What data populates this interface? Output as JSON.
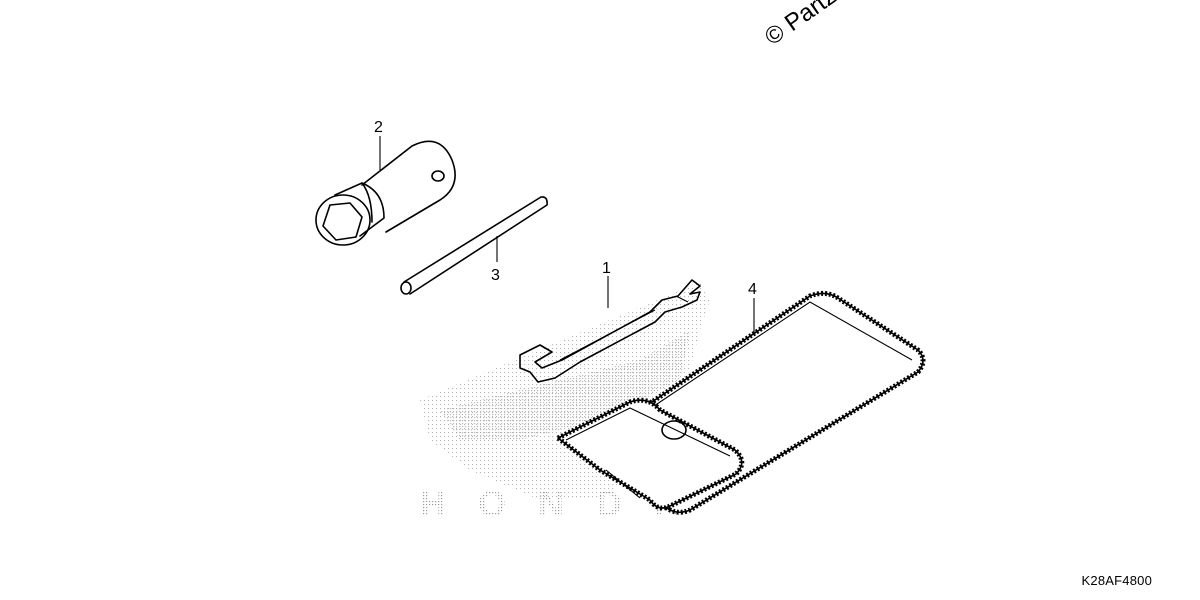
{
  "watermark": {
    "text": "© Partz"
  },
  "brand_mark": {
    "text": "HONDA"
  },
  "callouts": [
    {
      "label": "1",
      "part": "wrench"
    },
    {
      "label": "2",
      "part": "spark-plug-socket"
    },
    {
      "label": "3",
      "part": "tommy-bar"
    },
    {
      "label": "4",
      "part": "tool-bag"
    }
  ],
  "diagram_code": "K28AF4800",
  "colors": {
    "line": "#000000",
    "halftone": "#b0b0b0",
    "background": "#ffffff"
  }
}
